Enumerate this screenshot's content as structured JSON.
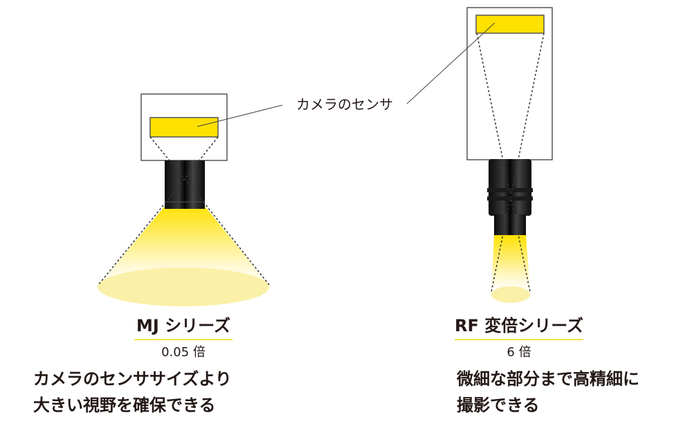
{
  "callout_label": "カメラのセンサ",
  "left": {
    "series": "MJ シリーズ",
    "magnification": "0.05 倍",
    "description": [
      "カメラのセンササイズより",
      "大きい視野を確保できる"
    ]
  },
  "right": {
    "series": "RF 変倍シリーズ",
    "magnification": "6 倍",
    "description": [
      "微細な部分まで高精細に",
      "撮影できる"
    ]
  },
  "colors": {
    "sensor": "#ffe100",
    "underline": "#f5e34a",
    "lens": "#111111",
    "text": "#231815"
  }
}
